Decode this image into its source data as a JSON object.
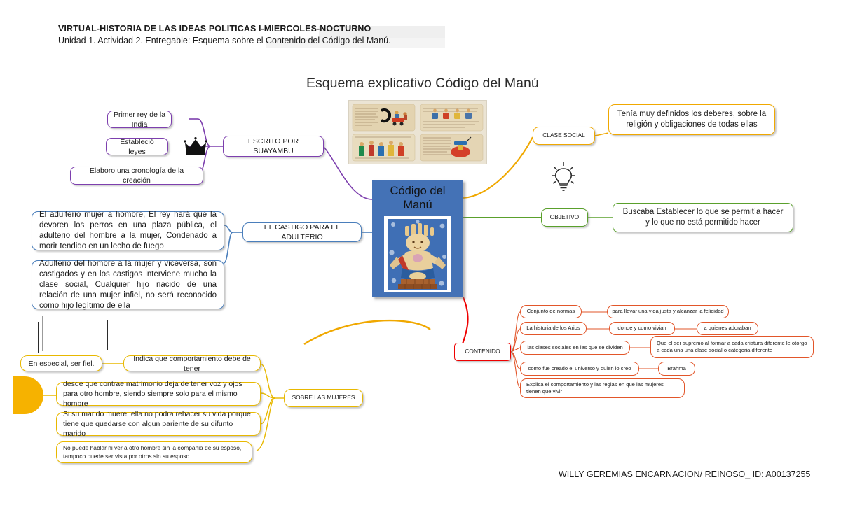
{
  "header": {
    "line1": "VIRTUAL-HISTORIA DE LAS IDEAS POLITICAS I-MIERCOLES-NOCTURNO",
    "line2": "Unidad 1. Actividad 2. Entregable: Esquema sobre el Contenido del Código del Manú."
  },
  "title": "Esquema explicativo Código del Manú",
  "footer": "WILLY GEREMIAS ENCARNACION/ REINOSO_ ID: A00137255",
  "center": {
    "label_line1": "Código del",
    "label_line2": "Manú",
    "image_alt": "brahma-deity-illustration",
    "color": "#4472b6"
  },
  "manuscript": {
    "image_alt": "sanskrit-manuscript-illustration"
  },
  "icons": {
    "crown": "crown-icon",
    "bulb": "lightbulb-icon",
    "halfdisc": "half-disc-shape"
  },
  "branches": {
    "suayambu": {
      "color": "#7d3fae",
      "label": "ESCRITO POR SUAYAMBU",
      "children": [
        {
          "label": "Primer rey de la India"
        },
        {
          "label": "Estableció leyes"
        },
        {
          "label": "Elaboro una cronología de la creación"
        }
      ]
    },
    "adulterio": {
      "color": "#4a7ebb",
      "label": "EL CASTIGO PARA EL ADULTERIO",
      "children": [
        {
          "label": "El adulterio mujer a hombre, El rey hará que la devoren los perros en una plaza pública, el adulterio del hombre a la mujer, Condenado a morir tendido en un lecho de fuego"
        },
        {
          "label": "Adulterio del hombre a la mujer y viceversa, son castigados y en los castigos interviene mucho la clase social, Cualquier hijo nacido de una relación de una mujer infiel, no será reconocido como hijo legítimo de ella"
        }
      ]
    },
    "clase_social": {
      "color": "#f0a800",
      "label": "CLASE SOCIAL",
      "children": [
        {
          "label": "Tenía muy definidos los deberes, sobre la religión y obligaciones de todas ellas"
        }
      ]
    },
    "objetivo": {
      "color": "#5aa02c",
      "label": "OBJETIVO",
      "children": [
        {
          "label": "Buscaba Establecer lo que se permitía hacer y lo que no está permitido hacer"
        }
      ]
    },
    "contenido": {
      "color": "#ef0000",
      "label": "CONTENIDO",
      "children": [
        {
          "label": "Conjunto de normas",
          "sub": [
            {
              "label": "para llevar una vida justa y alcanzar la felicidad"
            }
          ]
        },
        {
          "label": "La historia de los Arios",
          "sub": [
            {
              "label": "donde y como vivian"
            },
            {
              "label": "a quienes adoraban"
            }
          ]
        },
        {
          "label": "las clases sociales en las que se dividen",
          "sub": [
            {
              "label": "Que el ser supremo al formar a cada criatura diferente le otorgo a cada una una clase social o categoria diferente"
            }
          ]
        },
        {
          "label": "como fue creado el universo y quien lo creo",
          "sub": [
            {
              "label": "Brahma"
            }
          ]
        },
        {
          "label": "Explica el comportamiento y las reglas en que las mujeres tienen que vivir",
          "sub": []
        }
      ]
    },
    "mujeres": {
      "color": "#e8b800",
      "label": "SOBRE LAS MUJERES",
      "children": [
        {
          "label": "Indica que comportamiento debe de tener",
          "sub": [
            {
              "label": "En especial, ser fiel."
            }
          ]
        },
        {
          "label": "desde que contrae matrimonio deja de tener voz y ojos para otro hombre, siendo siempre solo para el mismo hombre",
          "sub": []
        },
        {
          "label": "Si su marido muere, ella no podra rehacer su vida porque tiene que quedarse con algun pariente de su difunto marido",
          "sub": []
        },
        {
          "label": "No puede hablar ni ver a otro hombre sin la compañia de su esposo, tampoco puede ser vista por otros sin su esposo",
          "sub": []
        }
      ]
    }
  }
}
